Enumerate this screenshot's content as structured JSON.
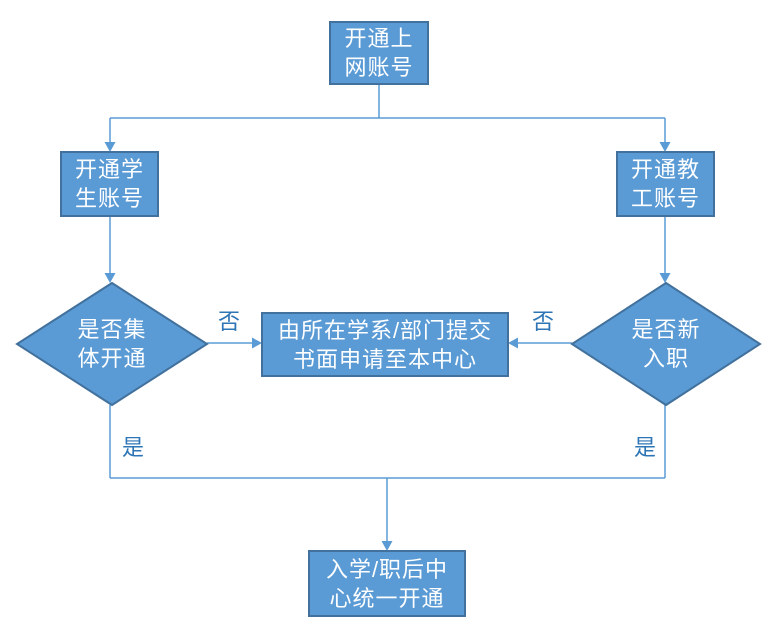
{
  "diagram": {
    "nodes": {
      "root": {
        "label": "开通上\n网账号",
        "shape": "process"
      },
      "student": {
        "label": "开通学\n生账号",
        "shape": "process"
      },
      "staff": {
        "label": "开通教\n工账号",
        "shape": "process"
      },
      "decision_batch": {
        "label": "是否集\n体开通",
        "shape": "decision"
      },
      "decision_new_hire": {
        "label": "是否新\n入职",
        "shape": "decision"
      },
      "written_request": {
        "label": "由所在学系/部门提交\n书面申请至本中心",
        "shape": "process"
      },
      "auto_open": {
        "label": "入学/职后中\n心统一开通",
        "shape": "process"
      }
    },
    "edge_labels": {
      "batch_no": "否",
      "new_hire_no": "否",
      "batch_yes": "是",
      "new_hire_yes": "是"
    },
    "colors": {
      "shape_fill": "#5B9BD5",
      "shape_border": "#41719C",
      "connector": "#5B9BD5",
      "edge_label_text": "#2E75B6",
      "node_text": "#FFFFFF",
      "background": "#FFFFFF"
    }
  }
}
